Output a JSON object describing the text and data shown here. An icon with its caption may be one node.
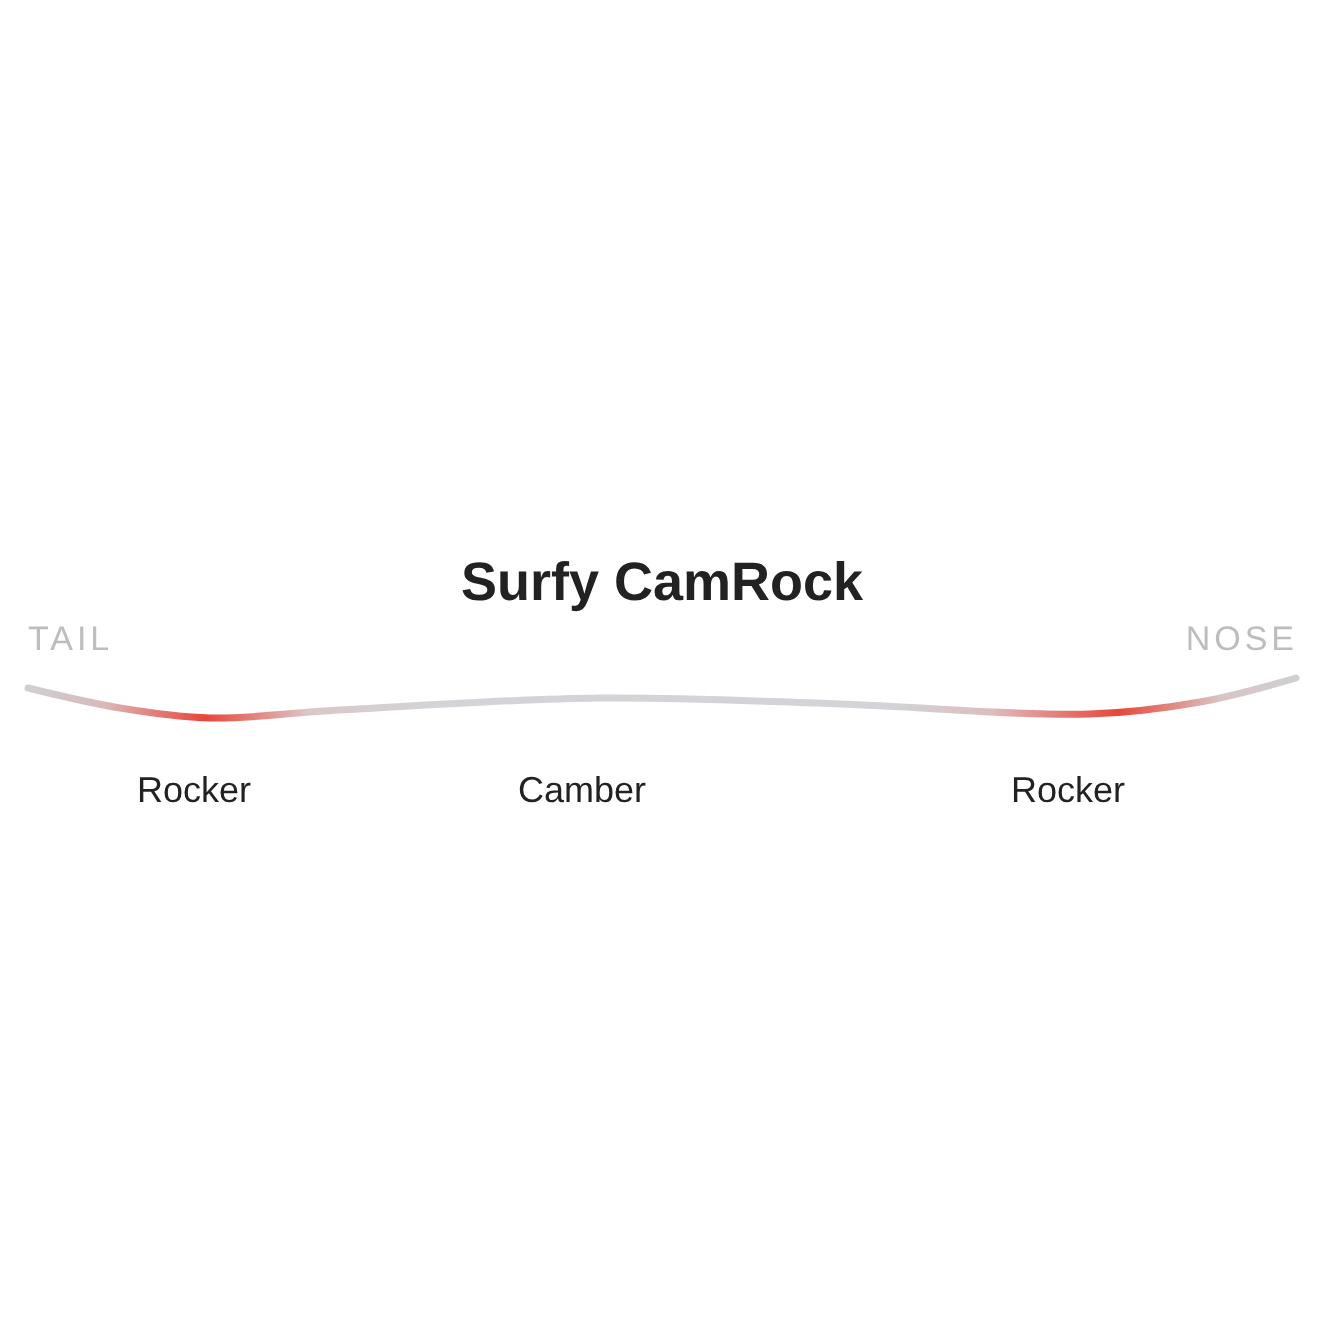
{
  "diagram": {
    "title": "Surfy CamRock",
    "labels": [
      "TAIL",
      "NOSE",
      "Rocker",
      "Camber",
      "Rocker"
    ]
  }
}
